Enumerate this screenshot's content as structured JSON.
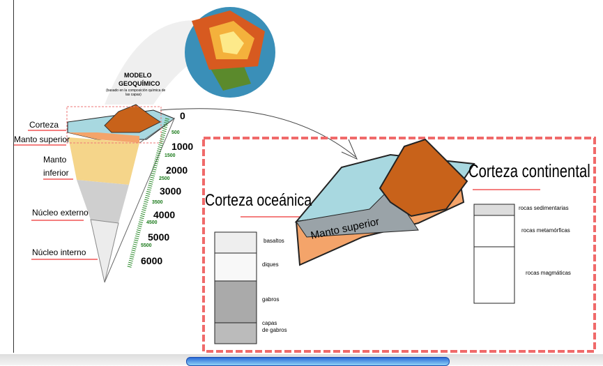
{
  "model": {
    "title_line1": "MODELO",
    "title_line2": "GEOQUÍMICO",
    "subtitle_line1": "(basado en la composición química de",
    "subtitle_line2": "las capas)"
  },
  "left_layers": [
    "Corteza",
    "Manto superior",
    "Manto",
    "inferior",
    "Núcleo externo",
    "Núcleo interno"
  ],
  "depth_major": [
    "0",
    "1000",
    "2000",
    "3000",
    "4000",
    "5000",
    "6000"
  ],
  "depth_minor": [
    "500",
    "1500",
    "2500",
    "3500",
    "4500",
    "5500"
  ],
  "detail": {
    "oceanic": "Corteza oceánica",
    "continental": "Corteza continental",
    "upper_mantle": "Manto superior"
  },
  "oceanic_column": [
    "basaltos",
    "diques",
    "gabros",
    "capas",
    "de gabros"
  ],
  "continental_column": [
    "rocas sedimentarias",
    "rocas metamórficas",
    "rocas magmáticas"
  ],
  "colors": {
    "dashed_border": "#f06a6a",
    "ocean": "#a8d8e0",
    "mantle": "#f4a46a",
    "crust": "#c8621a",
    "lower_mantle": "#f5d58a"
  }
}
